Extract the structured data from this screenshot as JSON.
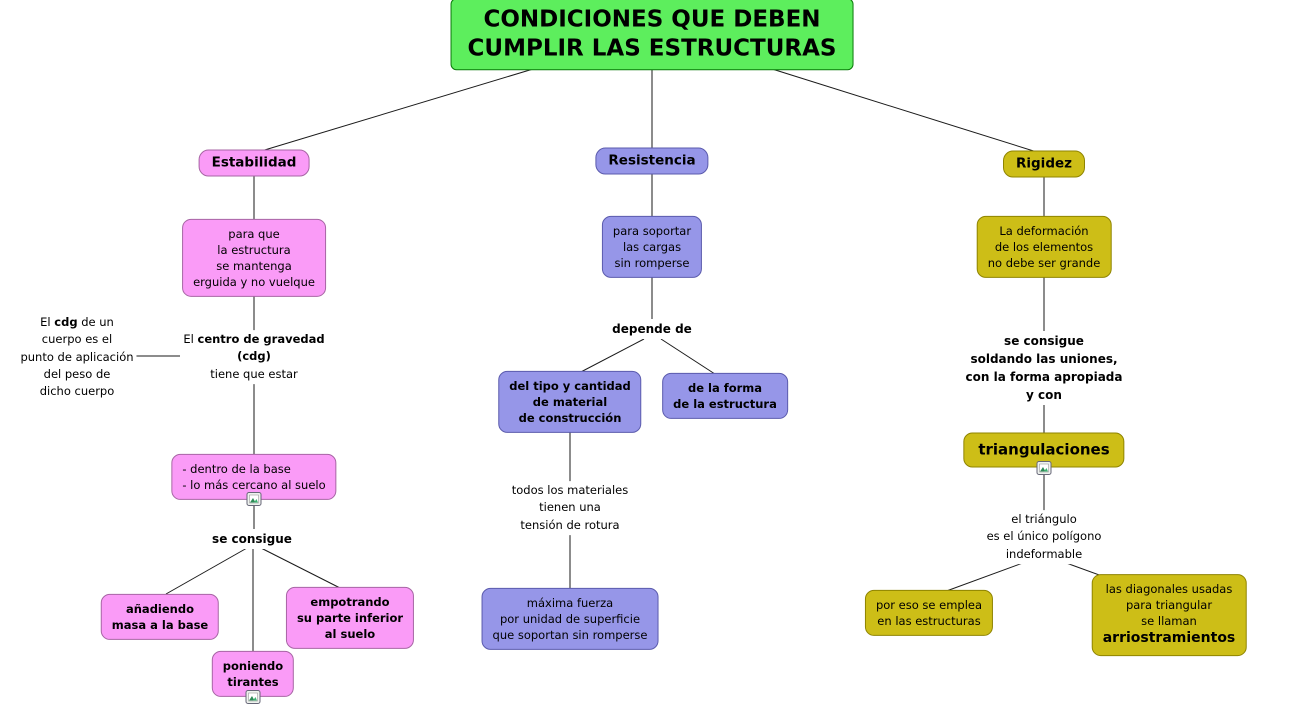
{
  "title": "CONDICIONES QUE DEBEN\nCUMPLIR LAS ESTRUCTURAS",
  "colors": {
    "title_bg": "#5DEE5D",
    "estabilidad_bg": "#FA9BF7",
    "resistencia_bg": "#9696E8",
    "rigidez_bg": "#CDBE17",
    "line": "#1a1a1a"
  },
  "icons": {
    "resource": "picture-icon"
  },
  "estabilidad": {
    "label": "Estabilidad",
    "purpose": "para que\nla estructura\nse mantenga\nerguida y no vuelque",
    "cdg_note": {
      "pre": "El ",
      "bold": "cdg",
      "post": " de un\ncuerpo es el\npunto de aplicación\ndel peso de\ndicho cuerpo"
    },
    "cdg_rule": {
      "pre": "El ",
      "bold": "centro de gravedad\n(cdg)",
      "post": "\ntiene que estar"
    },
    "location": "- dentro de la base\n- lo más cercano al suelo",
    "link_achieved": "se consigue",
    "children": [
      {
        "label": "añadiendo\nmasa a la base"
      },
      {
        "label": "empotrando\nsu parte inferior\nal suelo"
      },
      {
        "label": "poniendo\ntirantes"
      }
    ]
  },
  "resistencia": {
    "label": "Resistencia",
    "purpose": "para soportar\nlas cargas\nsin romperse",
    "link_depends": "depende de",
    "children": [
      {
        "label": "del tipo y cantidad\nde material\nde construcción"
      },
      {
        "label": "de la forma\nde la estructura"
      }
    ],
    "materials_note": "todos los materiales\ntienen una\ntensión de rotura",
    "tension_def": "máxima fuerza\npor unidad de superficie\nque soportan sin romperse"
  },
  "rigidez": {
    "label": "Rigidez",
    "purpose": "La deformación\nde los elementos\nno debe ser grande",
    "link_achieved": "se consigue\nsoldando las uniones,\ncon la forma apropiada\ny con",
    "triangulations": "triangulaciones",
    "triangle_note": "el triángulo\nes el único polígono\nindeformable",
    "usage": "por eso se emplea\nen las estructuras",
    "diagonals": {
      "pre": "las diagonales usadas para triangular\nse llaman ",
      "bold": "arriostramientos"
    }
  }
}
